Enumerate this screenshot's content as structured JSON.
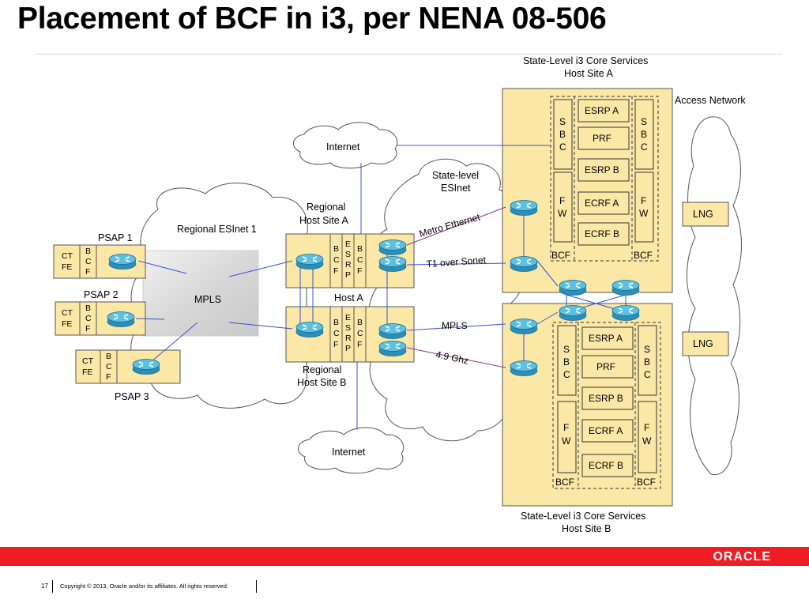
{
  "title": "Placement of BCF in i3, per NENA 08-506",
  "colors": {
    "box_fill": "#fbe8a6",
    "accent_red": "#ee1c25",
    "router": "#2f9fc8",
    "line_blue": "#3b4fd4",
    "line_purple": "#8a3a8a"
  },
  "diagram": {
    "host_site_a_label": [
      "State-Level i3 Core Services",
      "Host Site A"
    ],
    "host_site_b_label": [
      "State-Level i3 Core Services",
      "Host Site B"
    ],
    "access_network": "Access Network",
    "lng": "LNG",
    "internet": "Internet",
    "state_level_esinet": [
      "State-level",
      "ESInet"
    ],
    "regional_esinet": "Regional ESInet 1",
    "mpls_cloud": "MPLS",
    "regional_host_a": [
      "Regional",
      "Host Site A"
    ],
    "regional_host_b": [
      "Regional",
      "Host Site B"
    ],
    "host_a": "Host A",
    "psap1": "PSAP 1",
    "psap2": "PSAP 2",
    "psap3": "PSAP 3",
    "ctfe": [
      "CT",
      "FE"
    ],
    "bcf_letters": [
      "B",
      "C",
      "F"
    ],
    "esrp_letters": [
      "E",
      "S",
      "R",
      "P"
    ],
    "sbc_letters": [
      "S",
      "B",
      "C"
    ],
    "fw_letters": [
      "F",
      "W"
    ],
    "bcf": "BCF",
    "core_services": [
      "ESRP A",
      "PRF",
      "ESRP B",
      "ECRF A",
      "ECRF B"
    ],
    "links": {
      "metro_ethernet": "Metro Ethernet",
      "t1_over_sonet": "T1 over Sonet",
      "mpls": "MPLS",
      "ghz": "4.9 Ghz"
    }
  },
  "footer": {
    "page_number": "17",
    "copyright": "Copyright © 2013, Oracle and/or its affiliates. All rights reserved.",
    "logo": "ORACLE"
  }
}
